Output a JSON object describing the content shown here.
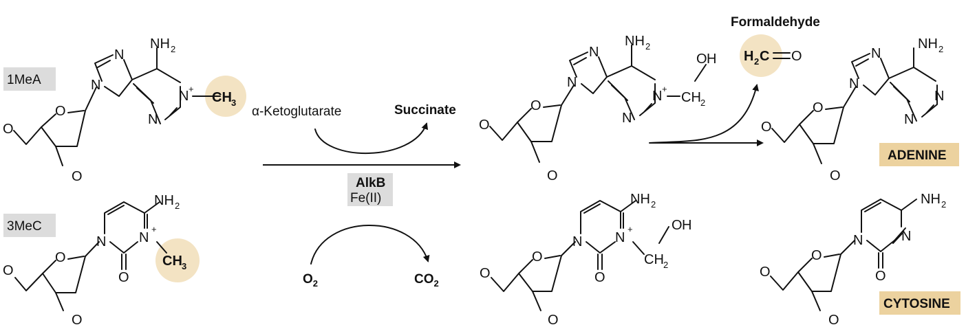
{
  "labels": {
    "mea": "1MeA",
    "mec": "3MeC",
    "ketoglutarate": "α-Ketoglutarate",
    "succinate": "Succinate",
    "enzyme": "AlkB",
    "cofactor": "Fe(II)",
    "o2_base": "O",
    "o2_sub": "2",
    "co2_base": "CO",
    "co2_sub": "2",
    "formaldehyde": "Formaldehyde",
    "adenine": "ADENINE",
    "cytosine": "CYTOSINE"
  },
  "atoms": {
    "N": "N",
    "O": "O",
    "NH": "NH",
    "H": "H",
    "C": "C",
    "CH": "CH",
    "sub2": "2",
    "sub3": "3",
    "plus": "+"
  },
  "colors": {
    "methyl_highlight": "#f3e3c3",
    "label_box": "#dcdcdc",
    "product_box": "#ecd29f",
    "ink": "#111111"
  }
}
